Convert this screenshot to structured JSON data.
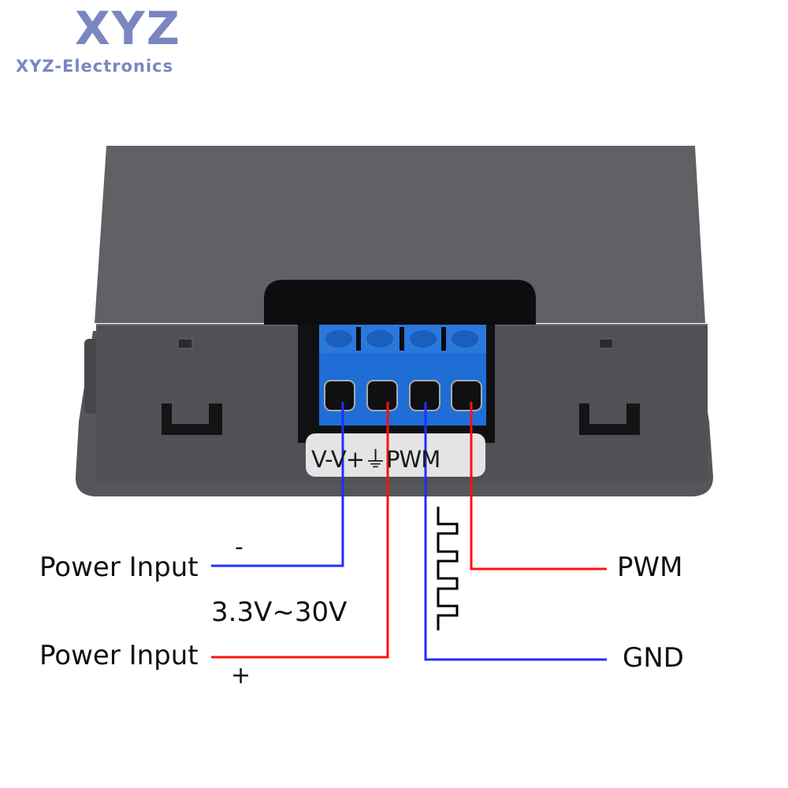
{
  "brand": {
    "logo": "XYZ",
    "name": "XYZ-Electronics",
    "color": "#7b86c0"
  },
  "device": {
    "terminal_strip_label": "V-V+⏚PWM",
    "terminals": [
      {
        "label": "V-",
        "wire_color": "#1f2fff"
      },
      {
        "label": "V+",
        "wire_color": "#ff1010"
      },
      {
        "label": "GND (ground symbol)",
        "wire_color": "#1f2fff"
      },
      {
        "label": "PWM",
        "wire_color": "#ff1010"
      }
    ],
    "case_color": "#5a5b5e",
    "terminal_block_color": "#1f6fd8"
  },
  "labels": {
    "power_input_neg": "Power Input",
    "neg_sign": "-",
    "voltage_range": "3.3V~30V",
    "power_input_pos": "Power Input",
    "pos_sign": "+",
    "pwm": "PWM",
    "gnd": "GND"
  },
  "icons": {
    "pwm_waveform": "square-wave-icon",
    "ground": "ground-symbol-icon"
  }
}
